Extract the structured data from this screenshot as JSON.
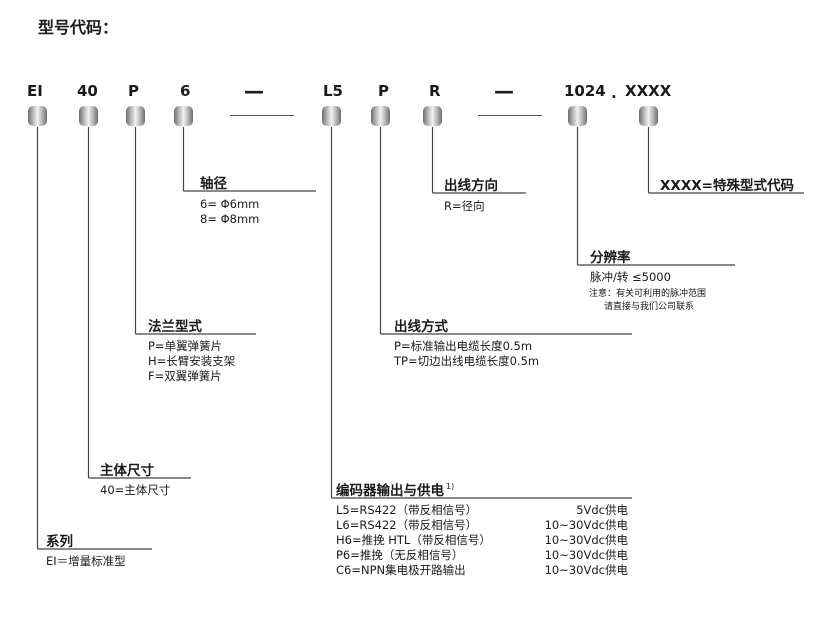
{
  "title": "型号代码：",
  "codes": [
    "EI",
    "40",
    "P",
    "6",
    "L5",
    "P",
    "R",
    "1024",
    "XXXX"
  ],
  "dot": ".",
  "dash": "—",
  "groups": {
    "series": {
      "caption": "系列",
      "lines": [
        "EI＝增量标准型"
      ]
    },
    "size": {
      "caption": "主体尺寸",
      "lines": [
        "40=主体尺寸"
      ]
    },
    "flange": {
      "caption": "法兰型式",
      "lines": [
        "P=单翼弹簧片",
        "H=长臂安装支架",
        "F=双翼弹簧片"
      ]
    },
    "shaft": {
      "caption": "轴径",
      "lines": [
        "6= Φ6mm",
        "8= Φ8mm"
      ]
    },
    "output": {
      "caption": "编码器输出与供电",
      "sup": "1)",
      "rows": [
        {
          "type": "L5=RS422（带反相信号）",
          "power": "5Vdc供电"
        },
        {
          "type": "L6=RS422（带反相信号）",
          "power": "10~30Vdc供电"
        },
        {
          "type": "H6=推挽 HTL（带反相信号）",
          "power": "10~30Vdc供电"
        },
        {
          "type": "P6=推挽（无反相信号）",
          "power": "10~30Vdc供电"
        },
        {
          "type": "C6=NPN集电极开路输出",
          "power": "10~30Vdc供电"
        }
      ]
    },
    "outlet_mode": {
      "caption": "出线方式",
      "lines": [
        "P=标准输出电缆长度0.5m",
        "TP=切边出线电缆长度0.5m"
      ]
    },
    "outlet_dir": {
      "caption": "出线方向",
      "lines": [
        "R=径向"
      ]
    },
    "resolution": {
      "caption": "分辨率",
      "lines": [
        "脉冲/转 ≤5000"
      ],
      "notes": [
        "注意：有关可利用的脉冲范围",
        "请直接与我们公司联系"
      ]
    },
    "special": {
      "caption": "XXXX=特殊型式代码"
    }
  }
}
